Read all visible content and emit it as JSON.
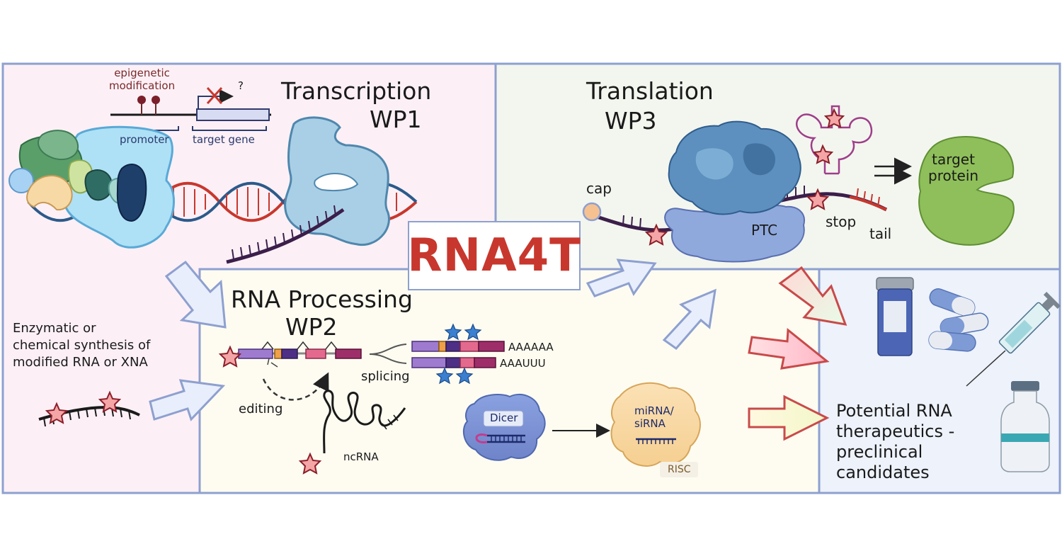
{
  "title": "RNA4T",
  "wp1": {
    "title": "Transcription",
    "code": "WP1",
    "epigenetic_label": "epigenetic\nmodification",
    "question_mark": "?",
    "promoter_label": "promoter",
    "target_gene_label": "target gene"
  },
  "wp2": {
    "title": "RNA Processing",
    "code": "WP2",
    "splicing_label": "splicing",
    "editing_label": "editing",
    "ncrna_label": "ncRNA",
    "polya_label": "AAAAAA",
    "polyu_label": "AAAUUU",
    "dicer_label": "Dicer",
    "mirna_label": "miRNA/\nsiRNA",
    "risc_label": "RISC"
  },
  "wp3": {
    "title": "Translation",
    "code": "WP3",
    "cap_label": "cap",
    "ptc_label": "PTC",
    "stop_label": "stop",
    "tail_label": "tail",
    "target_protein_label": "target\nprotein"
  },
  "synthesis_label": "Enzymatic or\nchemical synthesis of\nmodified RNA or XNA",
  "therapeutics_label": "Potential RNA\ntherapeutics -\npreclinical\ncandidates",
  "colors": {
    "title_red": "#c8372d",
    "panel_border": "#8ea0cf",
    "wp1_bg": "#fcf0f6",
    "wp2_bg": "#fefcf1",
    "wp3_bg": "#f3f6ef",
    "therapeutics_bg": "#edf2fb"
  }
}
